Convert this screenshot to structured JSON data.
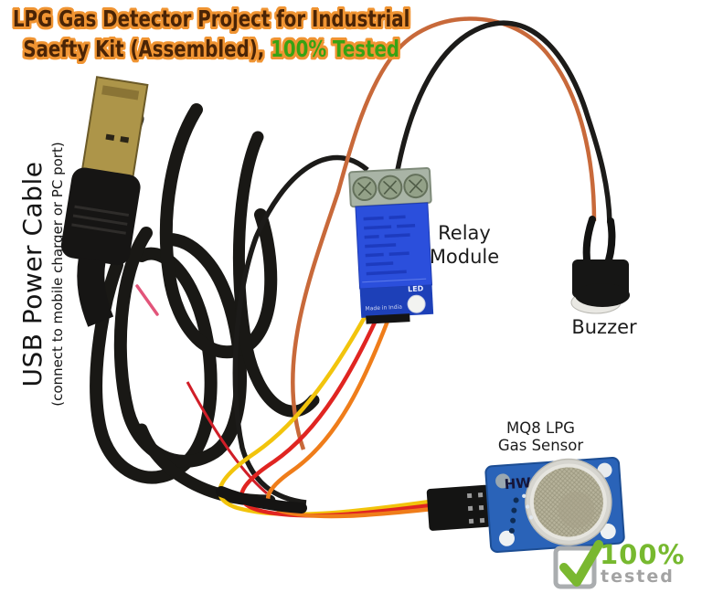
{
  "title": {
    "line1": "LPG Gas Detector Project for Industrial",
    "line2_prefix": "Saefty Kit (Assembled), ",
    "line2_highlight": "100% Tested",
    "text_color": "#4a2406",
    "outline_color": "#f09432",
    "highlight_color": "#38a214"
  },
  "labels": {
    "usb": {
      "line1": "USB Power Cable",
      "line2": "(connect to mobile charger or PC port)"
    },
    "relay": {
      "line1": "Relay",
      "line2": "Module"
    },
    "buzzer": "Buzzer",
    "sensor": {
      "line1": "MQ8 LPG",
      "line2": "Gas Sensor"
    }
  },
  "markings": {
    "relay_led": "LED",
    "relay_made_in": "Made in India",
    "sensor_hw": "HW"
  },
  "badge": {
    "percent": "100%",
    "text": "tested",
    "percent_color": "#77b92f",
    "text_color": "#a3a3a3",
    "check_color": "#7ab830",
    "box_color": "#aaadaf"
  },
  "colors": {
    "wire_black": "#1c1b19",
    "wire_orange": "#c8693a",
    "wire_red": "#e02521",
    "wire_yellow": "#f2c40c",
    "wire_jumper_orange": "#ef7d1a",
    "relay_body_blue": "#2b4fdc",
    "relay_pcb_blue": "#1d40b8",
    "terminal_block_gray": "#a9b4a6",
    "sensor_pcb_blue": "#2a63b8",
    "sensor_mesh": "#b6b29a",
    "usb_connector_gold": "#ad9549"
  }
}
